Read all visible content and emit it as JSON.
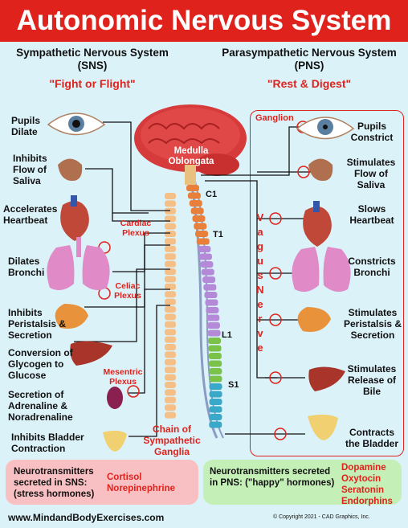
{
  "title": "Autonomic Nervous System",
  "sns": {
    "heading_line1": "Sympathetic Nervous System",
    "heading_line2": "(SNS)",
    "motto": "\"Fight or Flight\"",
    "effects": [
      "Pupils Dilate",
      "Inhibits Flow of Saliva",
      "Accelerates Heartbeat",
      "Dilates Bronchi",
      "Inhibits Peristalsis & Secretion",
      "Conversion of Glycogen to Glucose",
      "Secretion of Adrenaline & Noradrenaline",
      "Inhibits Bladder Contraction"
    ],
    "plexus": [
      "Cardiac Plexus",
      "Celiac Plexus",
      "Mesentric Plexus"
    ],
    "chain_label": "Chain of Sympathetic Ganglia",
    "nt_label": "Neurotransmitters secreted in SNS: (stress hormones)",
    "nt_values": [
      "Cortisol",
      "Norepinephrine"
    ]
  },
  "pns": {
    "heading_line1": "Parasympathetic Nervous System",
    "heading_line2": "(PNS)",
    "motto": "\"Rest & Digest\"",
    "effects": [
      "Pupils Constrict",
      "Stimulates Flow of Saliva",
      "Slows Heartbeat",
      "Constricts Bronchi",
      "Stimulates Peristalsis & Secretion",
      "Stimulates Release of Bile",
      "Contracts the Bladder"
    ],
    "ganglion_label": "Ganglion",
    "vagus_label": "Vagus Nerve",
    "nt_label": "Neurotransmitters secreted in PNS: (\"happy\" hormones)",
    "nt_values": [
      "Dopamine",
      "Oxytocin",
      "Seratonin",
      "Endorphins"
    ]
  },
  "brain_label": "Medulla Oblongata",
  "spine_labels": [
    "C1",
    "T1",
    "L1",
    "S1"
  ],
  "footer_url": "www.MindandBodyExercises.com",
  "copyright": "© Copyright 2021 - CAD Graphics, Inc."
}
